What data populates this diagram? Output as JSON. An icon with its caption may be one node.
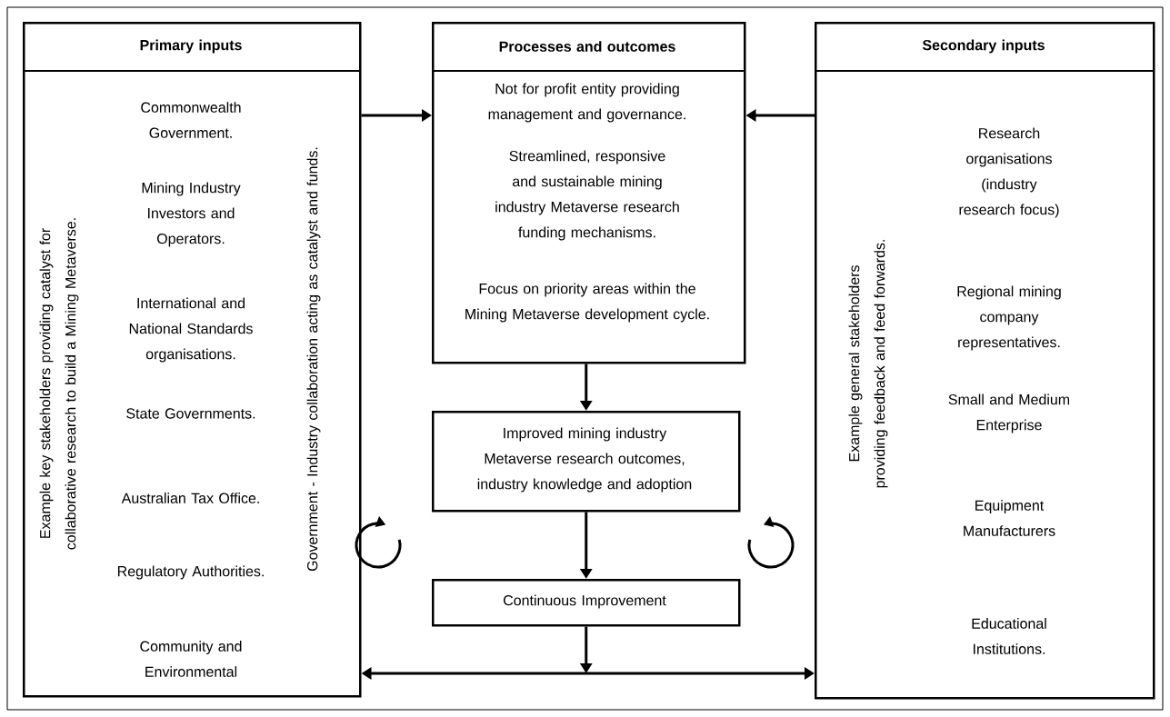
{
  "diagram": {
    "nodes": [
      {
        "text": [
          "Primary inputs",
          "Example key stakeholders providing catalyst for collaborative research to build a Mining Metaverse.",
          "Commonwealth Government.",
          "Mining Industry Investors and Operators.",
          "International and National Standards organisations.",
          "State Governments.",
          "Australian Tax Office.",
          "Regulatory Authorities.",
          "Community and Environmental",
          "Government - Industry collaboration acting as catalyst and funds."
        ]
      },
      {
        "text": [
          "Processes and outcomes",
          "Not for profit entity providing management and governance.",
          "Streamlined, responsive and sustainable mining industry Metaverse research funding mechanisms.",
          "Focus on priority areas within the Mining Metaverse development cycle."
        ]
      },
      {
        "text": [
          "Improved mining industry Metaverse research outcomes, industry knowledge and adoption"
        ]
      },
      {
        "text": [
          "Continuous Improvement"
        ]
      },
      {
        "text": [
          "Secondary inputs",
          "Example general stakeholders providing feedback and feed forwards.",
          "Research organisations (industry research focus)",
          "Regional mining company representatives.",
          "Small and Medium Enterprise",
          "Equipment Manufacturers",
          "Educational Institutions."
        ]
      }
    ],
    "edges": [
      {
        "from": 0,
        "to": 1,
        "arrow": "to"
      },
      {
        "from": 4,
        "to": 1,
        "arrow": "to"
      },
      {
        "from": 1,
        "to": 2,
        "arrow": "to"
      },
      {
        "from": 2,
        "to": 3,
        "arrow": "to"
      },
      {
        "from": 0,
        "to": 4,
        "arrow": "both"
      },
      {
        "from": 3,
        "to": null,
        "arrow": "to"
      }
    ]
  }
}
